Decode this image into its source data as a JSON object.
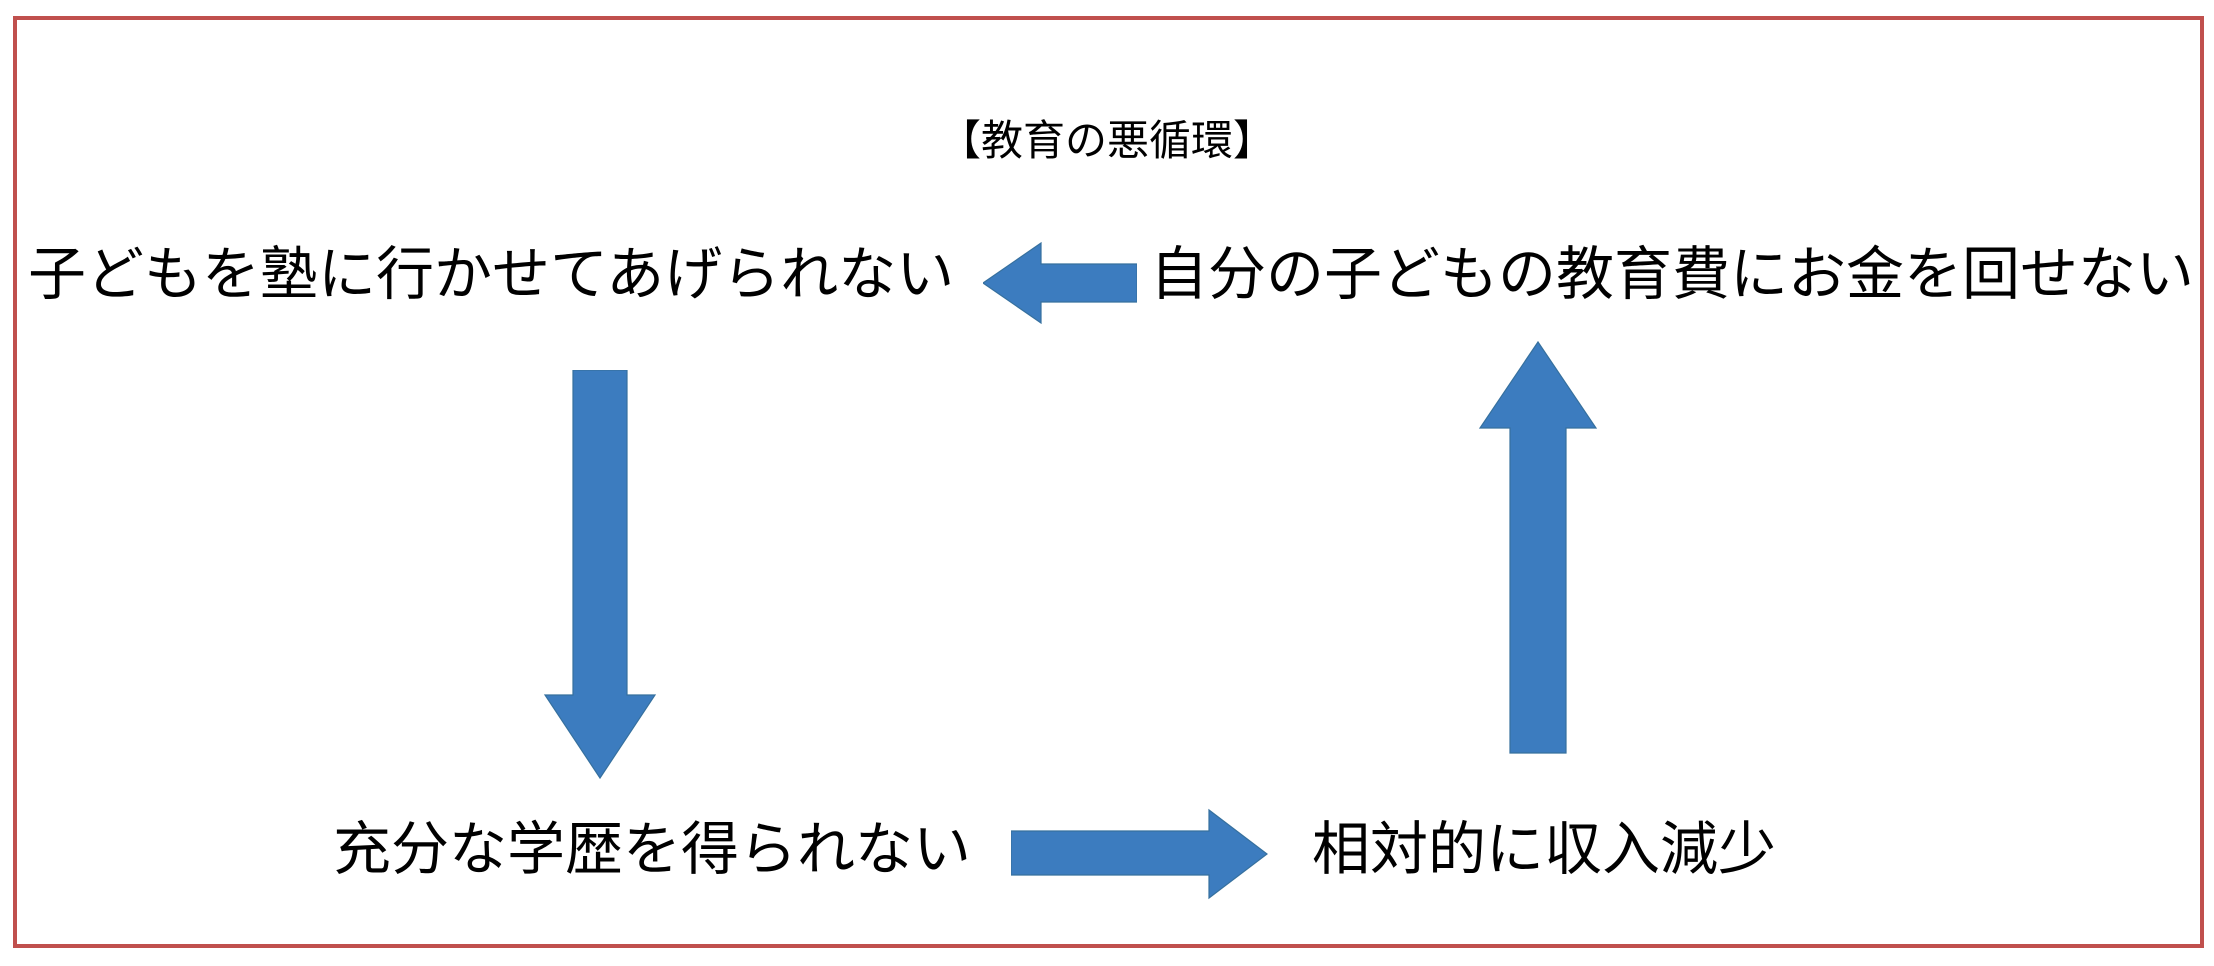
{
  "diagram": {
    "title": "【教育の悪循環】",
    "frame_color": "#c0504d",
    "arrow_color": "#3c7cbf",
    "text_color": "#000000",
    "background_color": "#ffffff",
    "nodes": [
      {
        "id": "top-left",
        "label": "子どもを塾に行かせてあげられない"
      },
      {
        "id": "top-right",
        "label": "自分の子どもの教育費にお金を回せない"
      },
      {
        "id": "bottom-left",
        "label": "充分な学歴を得られない"
      },
      {
        "id": "bottom-right",
        "label": "相対的に収入減少"
      }
    ],
    "arrows": [
      {
        "id": "arrow-left",
        "direction": "left",
        "from": "top-right",
        "to": "top-left"
      },
      {
        "id": "arrow-down",
        "direction": "down",
        "from": "top-left",
        "to": "bottom-left"
      },
      {
        "id": "arrow-right",
        "direction": "right",
        "from": "bottom-left",
        "to": "bottom-right"
      },
      {
        "id": "arrow-up",
        "direction": "up",
        "from": "bottom-right",
        "to": "top-right"
      }
    ]
  }
}
